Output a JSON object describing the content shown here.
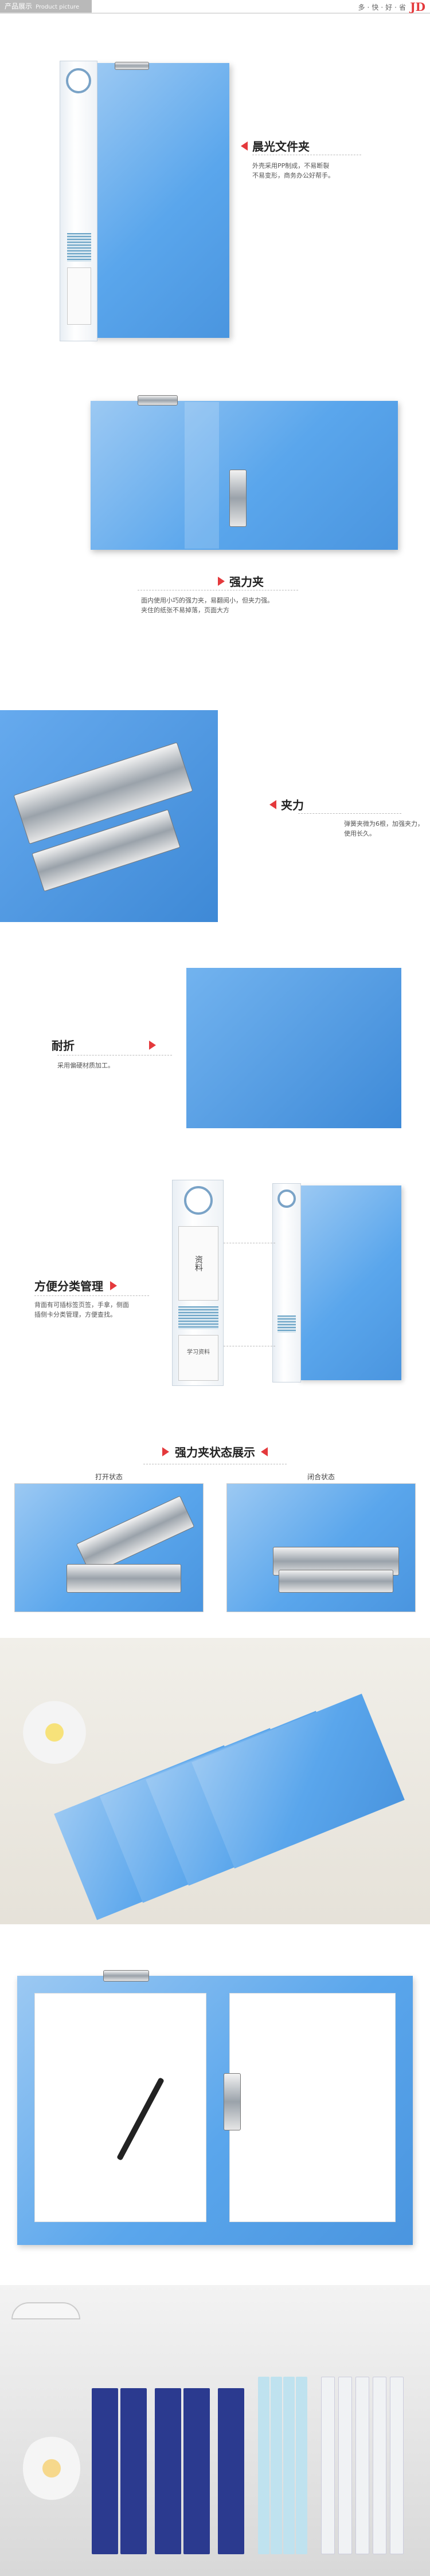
{
  "header": {
    "tab_cn": "产品展示",
    "tab_en": "Product picture",
    "slogan": "多·快·好·省",
    "logo": "JD"
  },
  "feature1": {
    "title": "晨光文件夹",
    "desc_line1": "外壳采用PP制成，不易断裂",
    "desc_line2": "不易变形，商务办公好帮手。"
  },
  "feature2": {
    "title": "强力夹",
    "desc_line1": "面内使用小巧的强力夹，易翻阅小，但夹力强。",
    "desc_line2": "夹住的纸张不易掉落，页面大方"
  },
  "feature3": {
    "title": "夹力",
    "desc_line1": "弹簧夹微为6根，加强夹力，",
    "desc_line2": "使用长久。"
  },
  "feature4": {
    "title": "耐折",
    "desc_line1": "采用偏硬材质加工。"
  },
  "feature5": {
    "title": "方便分类管理",
    "desc_line1": "背面有可插标签页签，手拿，侧面",
    "desc_line2": "插侧卡分类管理，方便查找。",
    "label_text1": "资料",
    "label_text2": "学习资料"
  },
  "feature6": {
    "title": "强力夹状态展示",
    "state_open": "打开状态",
    "state_closed": "闭合状态"
  },
  "colors": {
    "accent": "#e4393c",
    "folder_blue": "#4a95df"
  }
}
